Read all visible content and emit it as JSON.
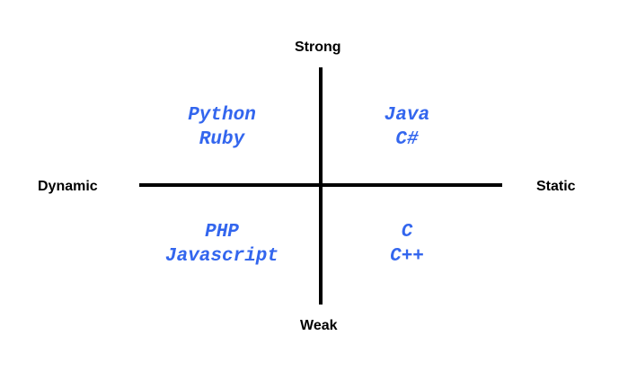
{
  "axes": {
    "top": "Strong",
    "bottom": "Weak",
    "left": "Dynamic",
    "right": "Static"
  },
  "quadrants": {
    "top_left": [
      "Python",
      "Ruby"
    ],
    "top_right": [
      "Java",
      "C#"
    ],
    "bottom_left": [
      "PHP",
      "Javascript"
    ],
    "bottom_right": [
      "C",
      "C++"
    ]
  },
  "colors": {
    "language_text": "#3366ee",
    "axis": "#000000"
  }
}
